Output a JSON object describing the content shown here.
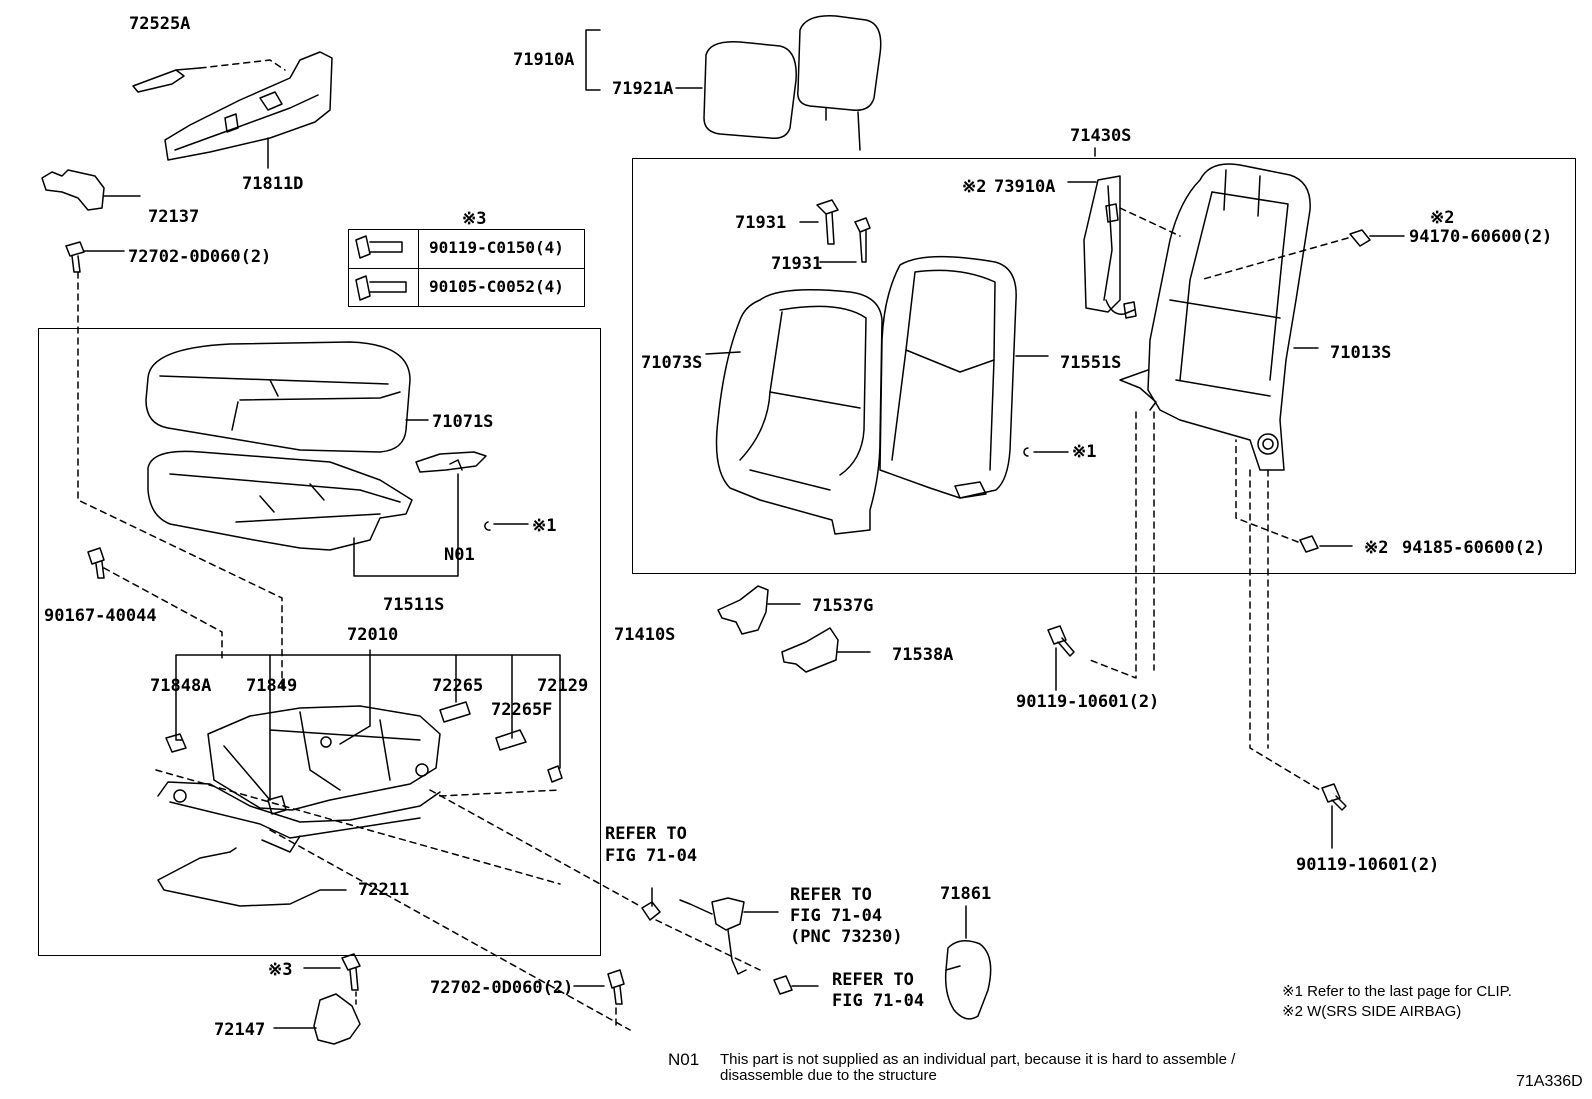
{
  "labels": {
    "p72525A": "72525A",
    "p71811D": "71811D",
    "p72137": "72137",
    "p72702_top": "72702-0D060(2)",
    "mark3_header": "※3",
    "tbl_row1": "90119-C0150(4)",
    "tbl_row2": "90105-C0052(4)",
    "p71910A": "71910A",
    "p71921A": "71921A",
    "p71430S": "71430S",
    "p71931a": "71931",
    "p71931b": "71931",
    "p73910A_mark": "※2",
    "p73910A": "73910A",
    "p94170_mark": "※2",
    "p94170": "94170-60600(2)",
    "p71073S": "71073S",
    "p71551S": "71551S",
    "p71013S": "71013S",
    "mark1_back": "※1",
    "p94185_mark": "※2",
    "p94185": "94185-60600(2)",
    "p71071S": "71071S",
    "mark1_cush": "※1",
    "N01": "N01",
    "p71511S": "71511S",
    "p90167": "90167-40044",
    "p72010": "72010",
    "p71410S": "71410S",
    "p71848A": "71848A",
    "p71849": "71849",
    "p72265": "72265",
    "p72265F": "72265F",
    "p72129": "72129",
    "p72211": "72211",
    "p71537G": "71537G",
    "p71538A": "71538A",
    "p90119_mid": "90119-10601(2)",
    "p90119_low": "90119-10601(2)",
    "refer1a": "REFER TO",
    "refer1b": "FIG 71-04",
    "refer2a": "REFER TO",
    "refer2b": "FIG 71-04",
    "refer2c": "(PNC 73230)",
    "refer3a": "REFER TO",
    "refer3b": "FIG 71-04",
    "p71861": "71861",
    "mark3_bolt": "※3",
    "p72147": "72147",
    "p72702_bot": "72702-0D060(2)",
    "note1": "※1 Refer to the last page for CLIP.",
    "note2": "※2 W(SRS SIDE AIRBAG)",
    "n01_tag": "N01",
    "n01_text1": "This part is not supplied as an individual part, because it is hard to assemble /",
    "n01_text2": "disassemble due to the structure",
    "figure_code": "71A336D"
  },
  "icons": [
    "bolt-icon",
    "clip-icon",
    "headrest-icon",
    "seat-frame-icon"
  ]
}
